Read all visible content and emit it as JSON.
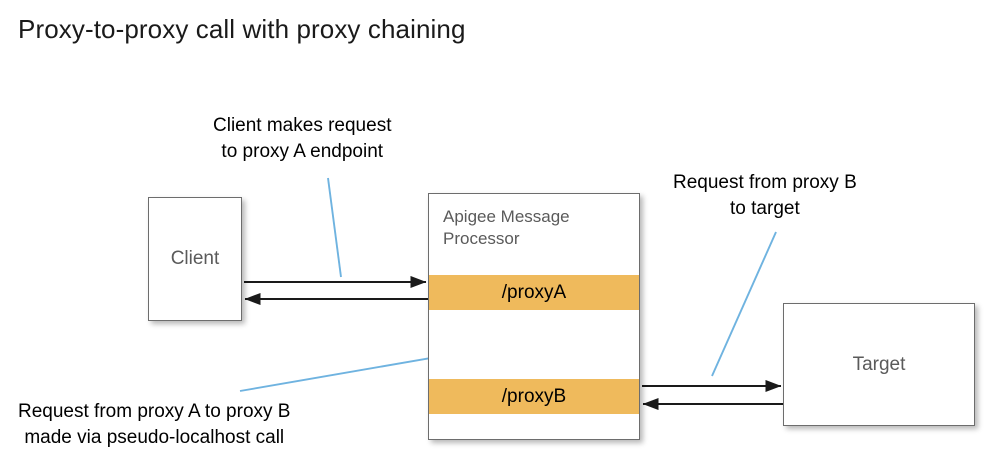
{
  "page": {
    "title": "Proxy-to-proxy call with proxy chaining",
    "background": "#ffffff"
  },
  "colors": {
    "proxy_band": "#efba5c",
    "box_border": "#6d6d6d",
    "box_fill": "#ffffff",
    "leader_line": "#6fb3e0",
    "arrow": "#1a1a1a",
    "muted_text": "#5a5a5a",
    "title_text": "#1a1a1a"
  },
  "nodes": {
    "client": {
      "label": "Client"
    },
    "message_processor": {
      "title_line1": "Apigee Message",
      "title_line2": "Processor",
      "proxy_a": "/proxyA",
      "proxy_b": "/proxyB"
    },
    "target": {
      "label": "Target"
    }
  },
  "annotations": {
    "client_request": {
      "line1": "Client makes request",
      "line2": "to proxy A endpoint"
    },
    "proxy_b_to_target": {
      "line1": "Request from proxy B",
      "line2": "to target"
    },
    "proxy_a_to_proxy_b": {
      "line1": "Request from proxy A to proxy B",
      "line2": "made via pseudo-localhost call"
    }
  },
  "flows": [
    {
      "name": "client-to-proxya-request",
      "from": "client",
      "to": "proxyA",
      "direction": "right"
    },
    {
      "name": "proxya-to-client-response",
      "from": "proxyA",
      "to": "client",
      "direction": "left"
    },
    {
      "name": "proxyb-to-proxya-up",
      "from": "proxyB",
      "to": "proxyA",
      "direction": "up"
    },
    {
      "name": "proxya-to-proxyb-down",
      "from": "proxyA",
      "to": "proxyB",
      "direction": "down"
    },
    {
      "name": "proxyb-to-target-request",
      "from": "proxyB",
      "to": "target",
      "direction": "right"
    },
    {
      "name": "target-to-proxyb-response",
      "from": "target",
      "to": "proxyB",
      "direction": "left"
    }
  ]
}
